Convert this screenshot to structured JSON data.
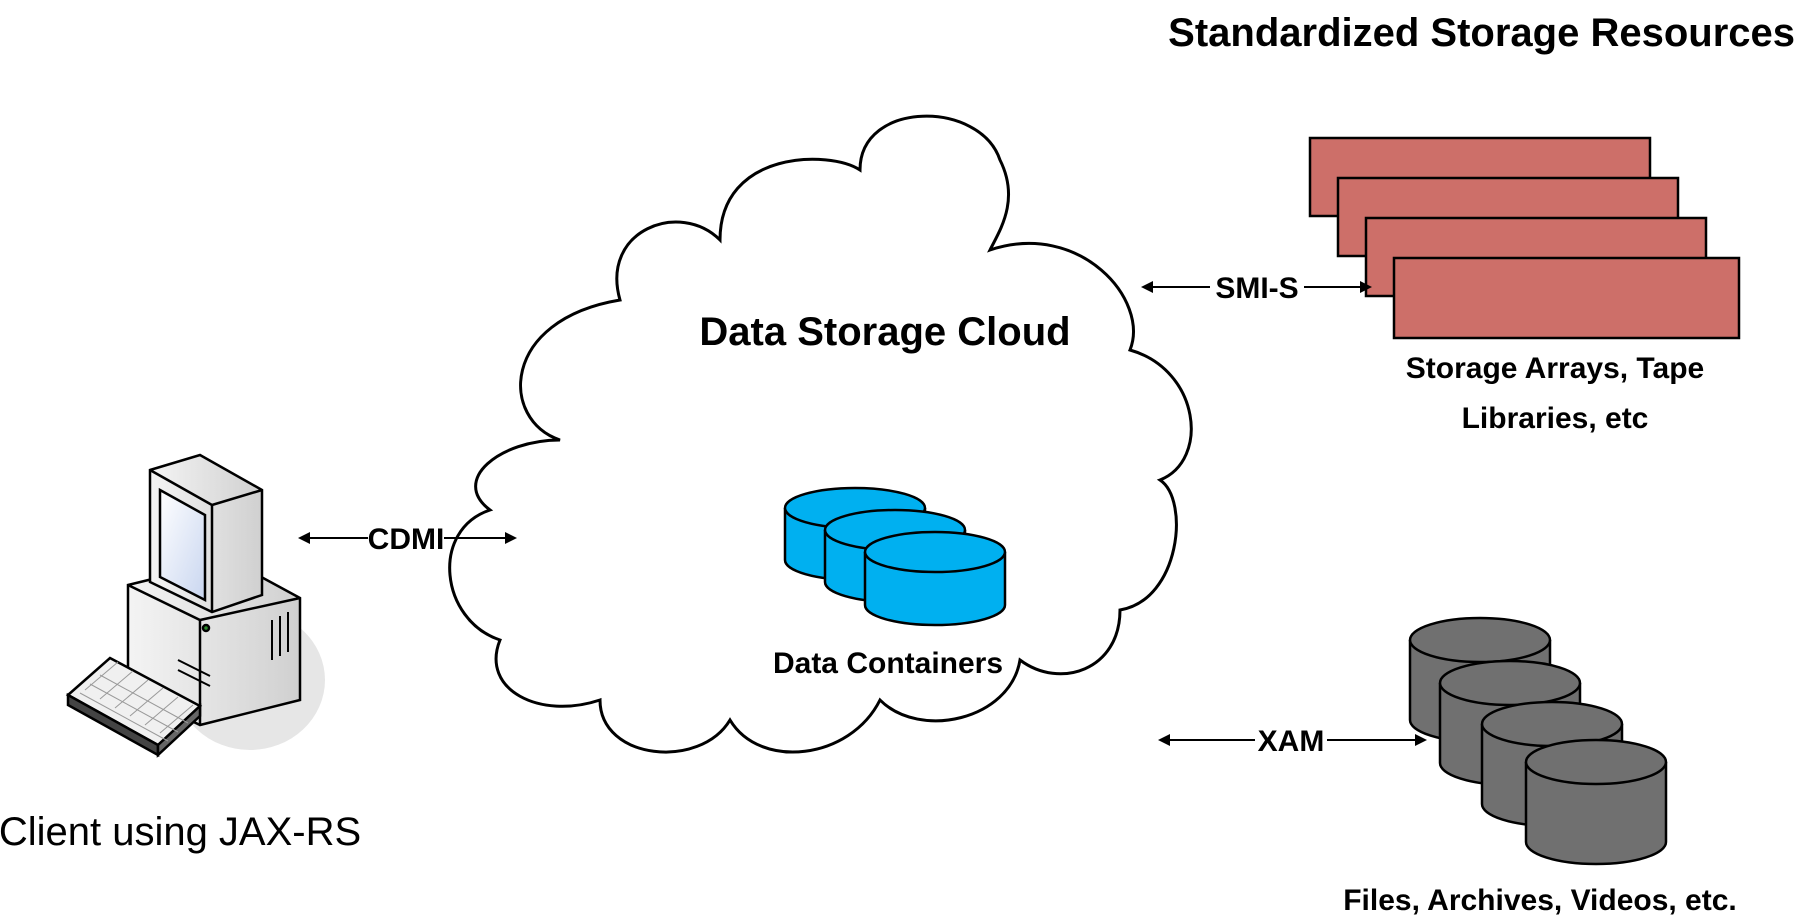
{
  "title": "Standardized Storage Resources",
  "cloud": {
    "label": "Data Storage Cloud",
    "containers_label": "Data Containers"
  },
  "client": {
    "label": "Client using JAX-RS"
  },
  "connections": {
    "cdmi": "CDMI",
    "smis": "SMI-S",
    "xam": "XAM"
  },
  "storage_arrays": {
    "line1": "Storage Arrays, Tape",
    "line2": "Libraries, etc"
  },
  "files": {
    "label": "Files, Archives, Videos, etc."
  },
  "colors": {
    "array_fill": "#CD6F69",
    "container_fill": "#00B0F0",
    "disk_fill": "#707070",
    "outline": "#000000"
  },
  "icons": [
    "desktop-computer-icon",
    "keyboard-icon",
    "database-icon"
  ]
}
